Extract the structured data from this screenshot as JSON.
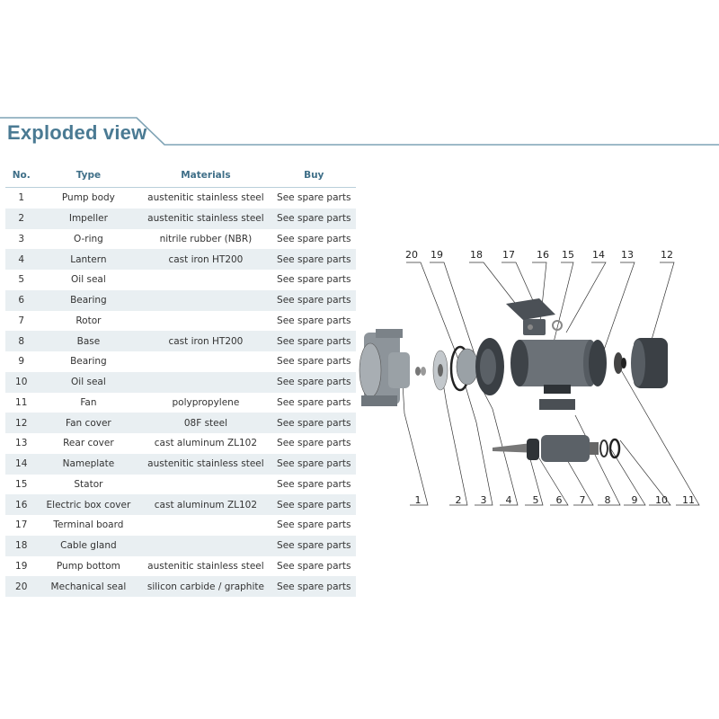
{
  "title": "Exploded view",
  "table": {
    "headers": {
      "no": "No.",
      "type": "Type",
      "materials": "Materials",
      "buy": "Buy"
    },
    "rows": [
      {
        "no": "1",
        "type": "Pump body",
        "material": "austenitic stainless steel",
        "buy": "See spare parts"
      },
      {
        "no": "2",
        "type": "Impeller",
        "material": "austenitic stainless steel",
        "buy": "See spare parts"
      },
      {
        "no": "3",
        "type": "O-ring",
        "material": "nitrile rubber (NBR)",
        "buy": "See spare parts"
      },
      {
        "no": "4",
        "type": "Lantern",
        "material": "cast iron HT200",
        "buy": "See spare parts"
      },
      {
        "no": "5",
        "type": "Oil seal",
        "material": "",
        "buy": "See spare parts"
      },
      {
        "no": "6",
        "type": "Bearing",
        "material": "",
        "buy": "See spare parts"
      },
      {
        "no": "7",
        "type": "Rotor",
        "material": "",
        "buy": "See spare parts"
      },
      {
        "no": "8",
        "type": "Base",
        "material": "cast iron HT200",
        "buy": "See spare parts"
      },
      {
        "no": "9",
        "type": "Bearing",
        "material": "",
        "buy": "See spare parts"
      },
      {
        "no": "10",
        "type": "Oil seal",
        "material": "",
        "buy": "See spare parts"
      },
      {
        "no": "11",
        "type": "Fan",
        "material": "polypropylene",
        "buy": "See spare parts"
      },
      {
        "no": "12",
        "type": "Fan cover",
        "material": "08F steel",
        "buy": "See spare parts"
      },
      {
        "no": "13",
        "type": "Rear cover",
        "material": "cast aluminum ZL102",
        "buy": "See spare parts"
      },
      {
        "no": "14",
        "type": "Nameplate",
        "material": "austenitic stainless steel",
        "buy": "See spare parts"
      },
      {
        "no": "15",
        "type": "Stator",
        "material": "",
        "buy": "See spare parts"
      },
      {
        "no": "16",
        "type": "Electric box cover",
        "material": "cast aluminum ZL102",
        "buy": "See spare parts"
      },
      {
        "no": "17",
        "type": "Terminal board",
        "material": "",
        "buy": "See spare parts"
      },
      {
        "no": "18",
        "type": "Cable gland",
        "material": "",
        "buy": "See spare parts"
      },
      {
        "no": "19",
        "type": "Pump bottom",
        "material": "austenitic stainless steel",
        "buy": "See spare parts"
      },
      {
        "no": "20",
        "type": "Mechanical seal",
        "material": "silicon carbide / graphite",
        "buy": "See spare parts"
      }
    ]
  },
  "diagram": {
    "top_labels": [
      "20",
      "19",
      "18",
      "17",
      "16",
      "15",
      "14",
      "13",
      "12"
    ],
    "bottom_labels": [
      "1",
      "2",
      "3",
      "4",
      "5",
      "6",
      "7",
      "8",
      "9",
      "10",
      "11"
    ]
  },
  "colors": {
    "accent": "#4a7a93",
    "row_alt": "#e9eff2",
    "line": "#7fa3b5"
  }
}
